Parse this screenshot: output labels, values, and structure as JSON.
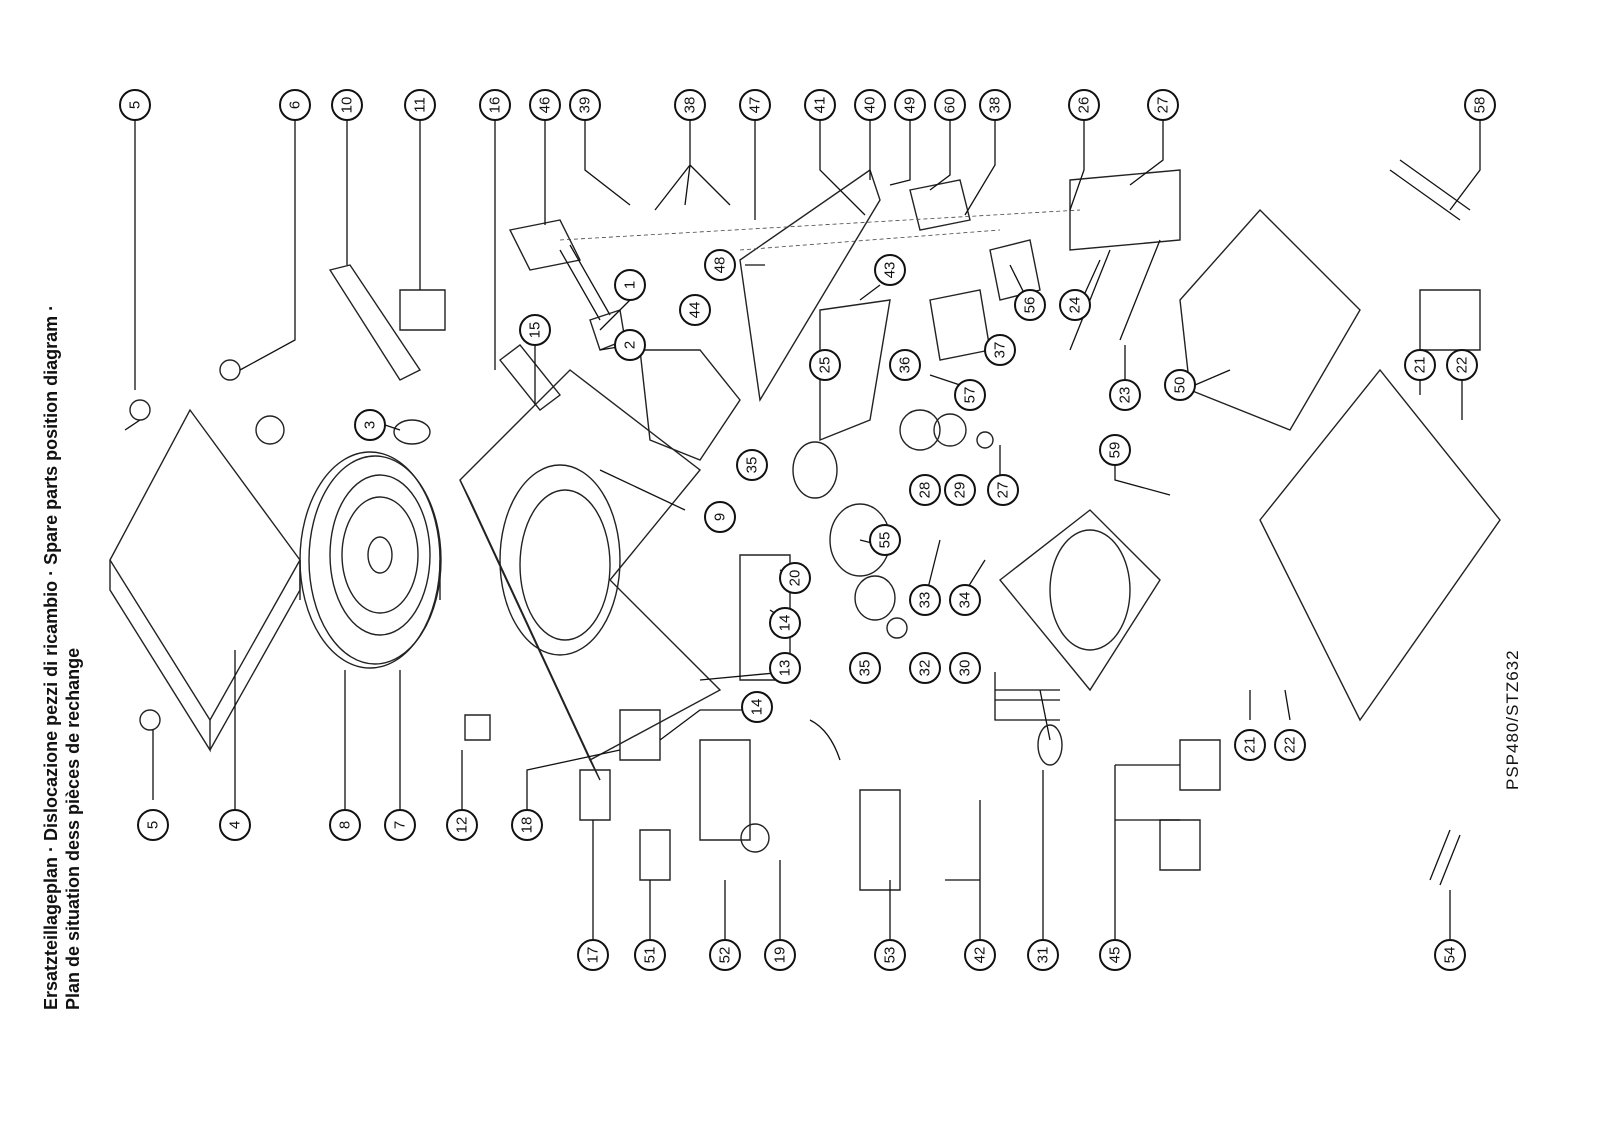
{
  "titles": {
    "line1": "Ersatzteillageplan · Dislocazione pezzi di ricambio · Spare parts position diagram ·",
    "line2": "Plan de situation dess pièces de rechange"
  },
  "model_ref": "PSP480/STZ632",
  "callouts": [
    {
      "label": "5"
    },
    {
      "label": "6"
    },
    {
      "label": "10"
    },
    {
      "label": "11"
    },
    {
      "label": "16"
    },
    {
      "label": "46"
    },
    {
      "label": "39"
    },
    {
      "label": "38"
    },
    {
      "label": "47"
    },
    {
      "label": "41"
    },
    {
      "label": "40"
    },
    {
      "label": "49"
    },
    {
      "label": "60"
    },
    {
      "label": "38"
    },
    {
      "label": "26"
    },
    {
      "label": "27"
    },
    {
      "label": "58"
    },
    {
      "label": "1"
    },
    {
      "label": "2"
    },
    {
      "label": "15"
    },
    {
      "label": "3"
    },
    {
      "label": "48"
    },
    {
      "label": "44"
    },
    {
      "label": "43"
    },
    {
      "label": "25"
    },
    {
      "label": "36"
    },
    {
      "label": "37"
    },
    {
      "label": "56"
    },
    {
      "label": "24"
    },
    {
      "label": "23"
    },
    {
      "label": "50"
    },
    {
      "label": "21"
    },
    {
      "label": "22"
    },
    {
      "label": "57"
    },
    {
      "label": "35"
    },
    {
      "label": "28"
    },
    {
      "label": "29"
    },
    {
      "label": "27"
    },
    {
      "label": "59"
    },
    {
      "label": "9"
    },
    {
      "label": "55"
    },
    {
      "label": "20"
    },
    {
      "label": "14"
    },
    {
      "label": "33"
    },
    {
      "label": "34"
    },
    {
      "label": "35"
    },
    {
      "label": "32"
    },
    {
      "label": "30"
    },
    {
      "label": "13"
    },
    {
      "label": "14"
    },
    {
      "label": "21"
    },
    {
      "label": "22"
    },
    {
      "label": "5"
    },
    {
      "label": "4"
    },
    {
      "label": "8"
    },
    {
      "label": "7"
    },
    {
      "label": "12"
    },
    {
      "label": "18"
    },
    {
      "label": "17"
    },
    {
      "label": "51"
    },
    {
      "label": "52"
    },
    {
      "label": "19"
    },
    {
      "label": "53"
    },
    {
      "label": "42"
    },
    {
      "label": "31"
    },
    {
      "label": "45"
    },
    {
      "label": "54"
    }
  ]
}
